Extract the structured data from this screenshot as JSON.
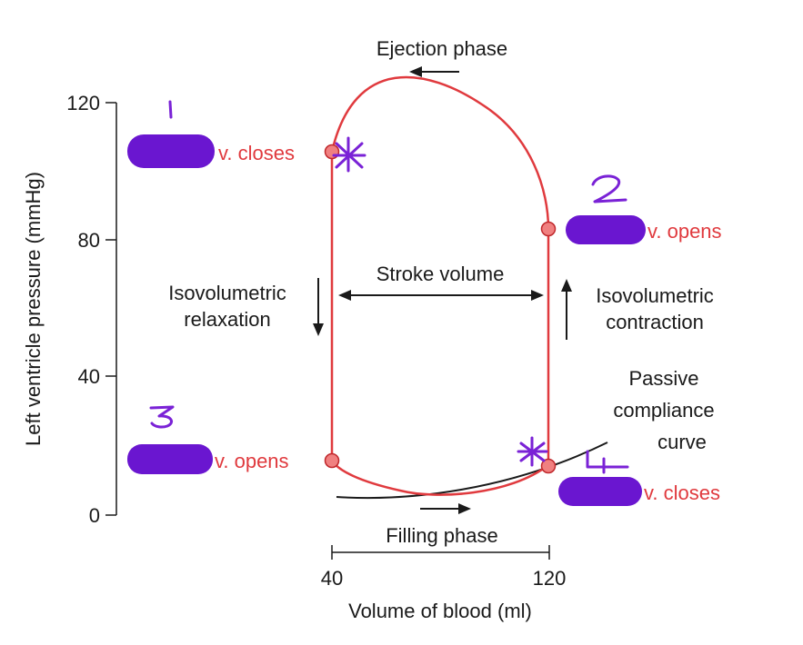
{
  "diagram": {
    "y_axis_label": "Left ventricle pressure (mmHg)",
    "y_ticks": [
      "120",
      "80",
      "40",
      "0"
    ],
    "x_axis_label": "Volume of blood (ml)",
    "x_ticks": [
      "40",
      "120"
    ],
    "ejection_phase": "Ejection phase",
    "stroke_volume": "Stroke volume",
    "isovolumetric_relaxation": [
      "Isovolumetric",
      "relaxation"
    ],
    "isovolumetric_contraction": [
      "Isovolumetric",
      "contraction"
    ],
    "passive_compliance": [
      "Passive",
      "compliance",
      "curve"
    ],
    "filling_phase": "Filling phase",
    "valve_labels": {
      "top_left": "v. closes",
      "top_right": "v. opens",
      "bottom_left": "v. opens",
      "bottom_right": "v. closes"
    },
    "annotations": {
      "n1": "1",
      "n2": "2",
      "n3": "3",
      "n4": "4"
    },
    "colors": {
      "loop": "#e03a3e",
      "valve_dot": "#f08080",
      "redaction": "#6a16d0",
      "handwriting": "#7a22d6",
      "axis": "#1a1a1a"
    }
  }
}
